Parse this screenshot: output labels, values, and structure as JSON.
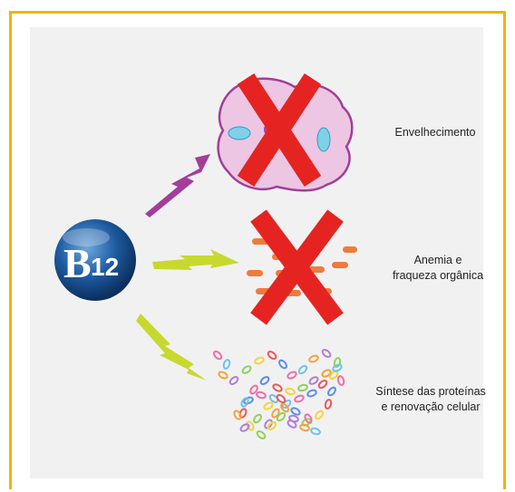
{
  "diagram": {
    "badge": {
      "b": "B",
      "num": "12",
      "color": "#1d5aa0"
    },
    "outcomes": [
      {
        "line1": "Envelhecimento",
        "line2": "",
        "crossed": true
      },
      {
        "line1": "Anemia e",
        "line2": "fraqueza orgânica",
        "crossed": true
      },
      {
        "line1": "Síntese das proteínas",
        "line2": "e renovação celular",
        "crossed": false
      }
    ],
    "colors": {
      "frame": "#f0b400",
      "cross": "#e52421",
      "bolt_purple": "#a23e98",
      "bolt_green": "#c7d92e",
      "cell": "#ecc6e3",
      "rbc": "#f07a3c"
    }
  }
}
